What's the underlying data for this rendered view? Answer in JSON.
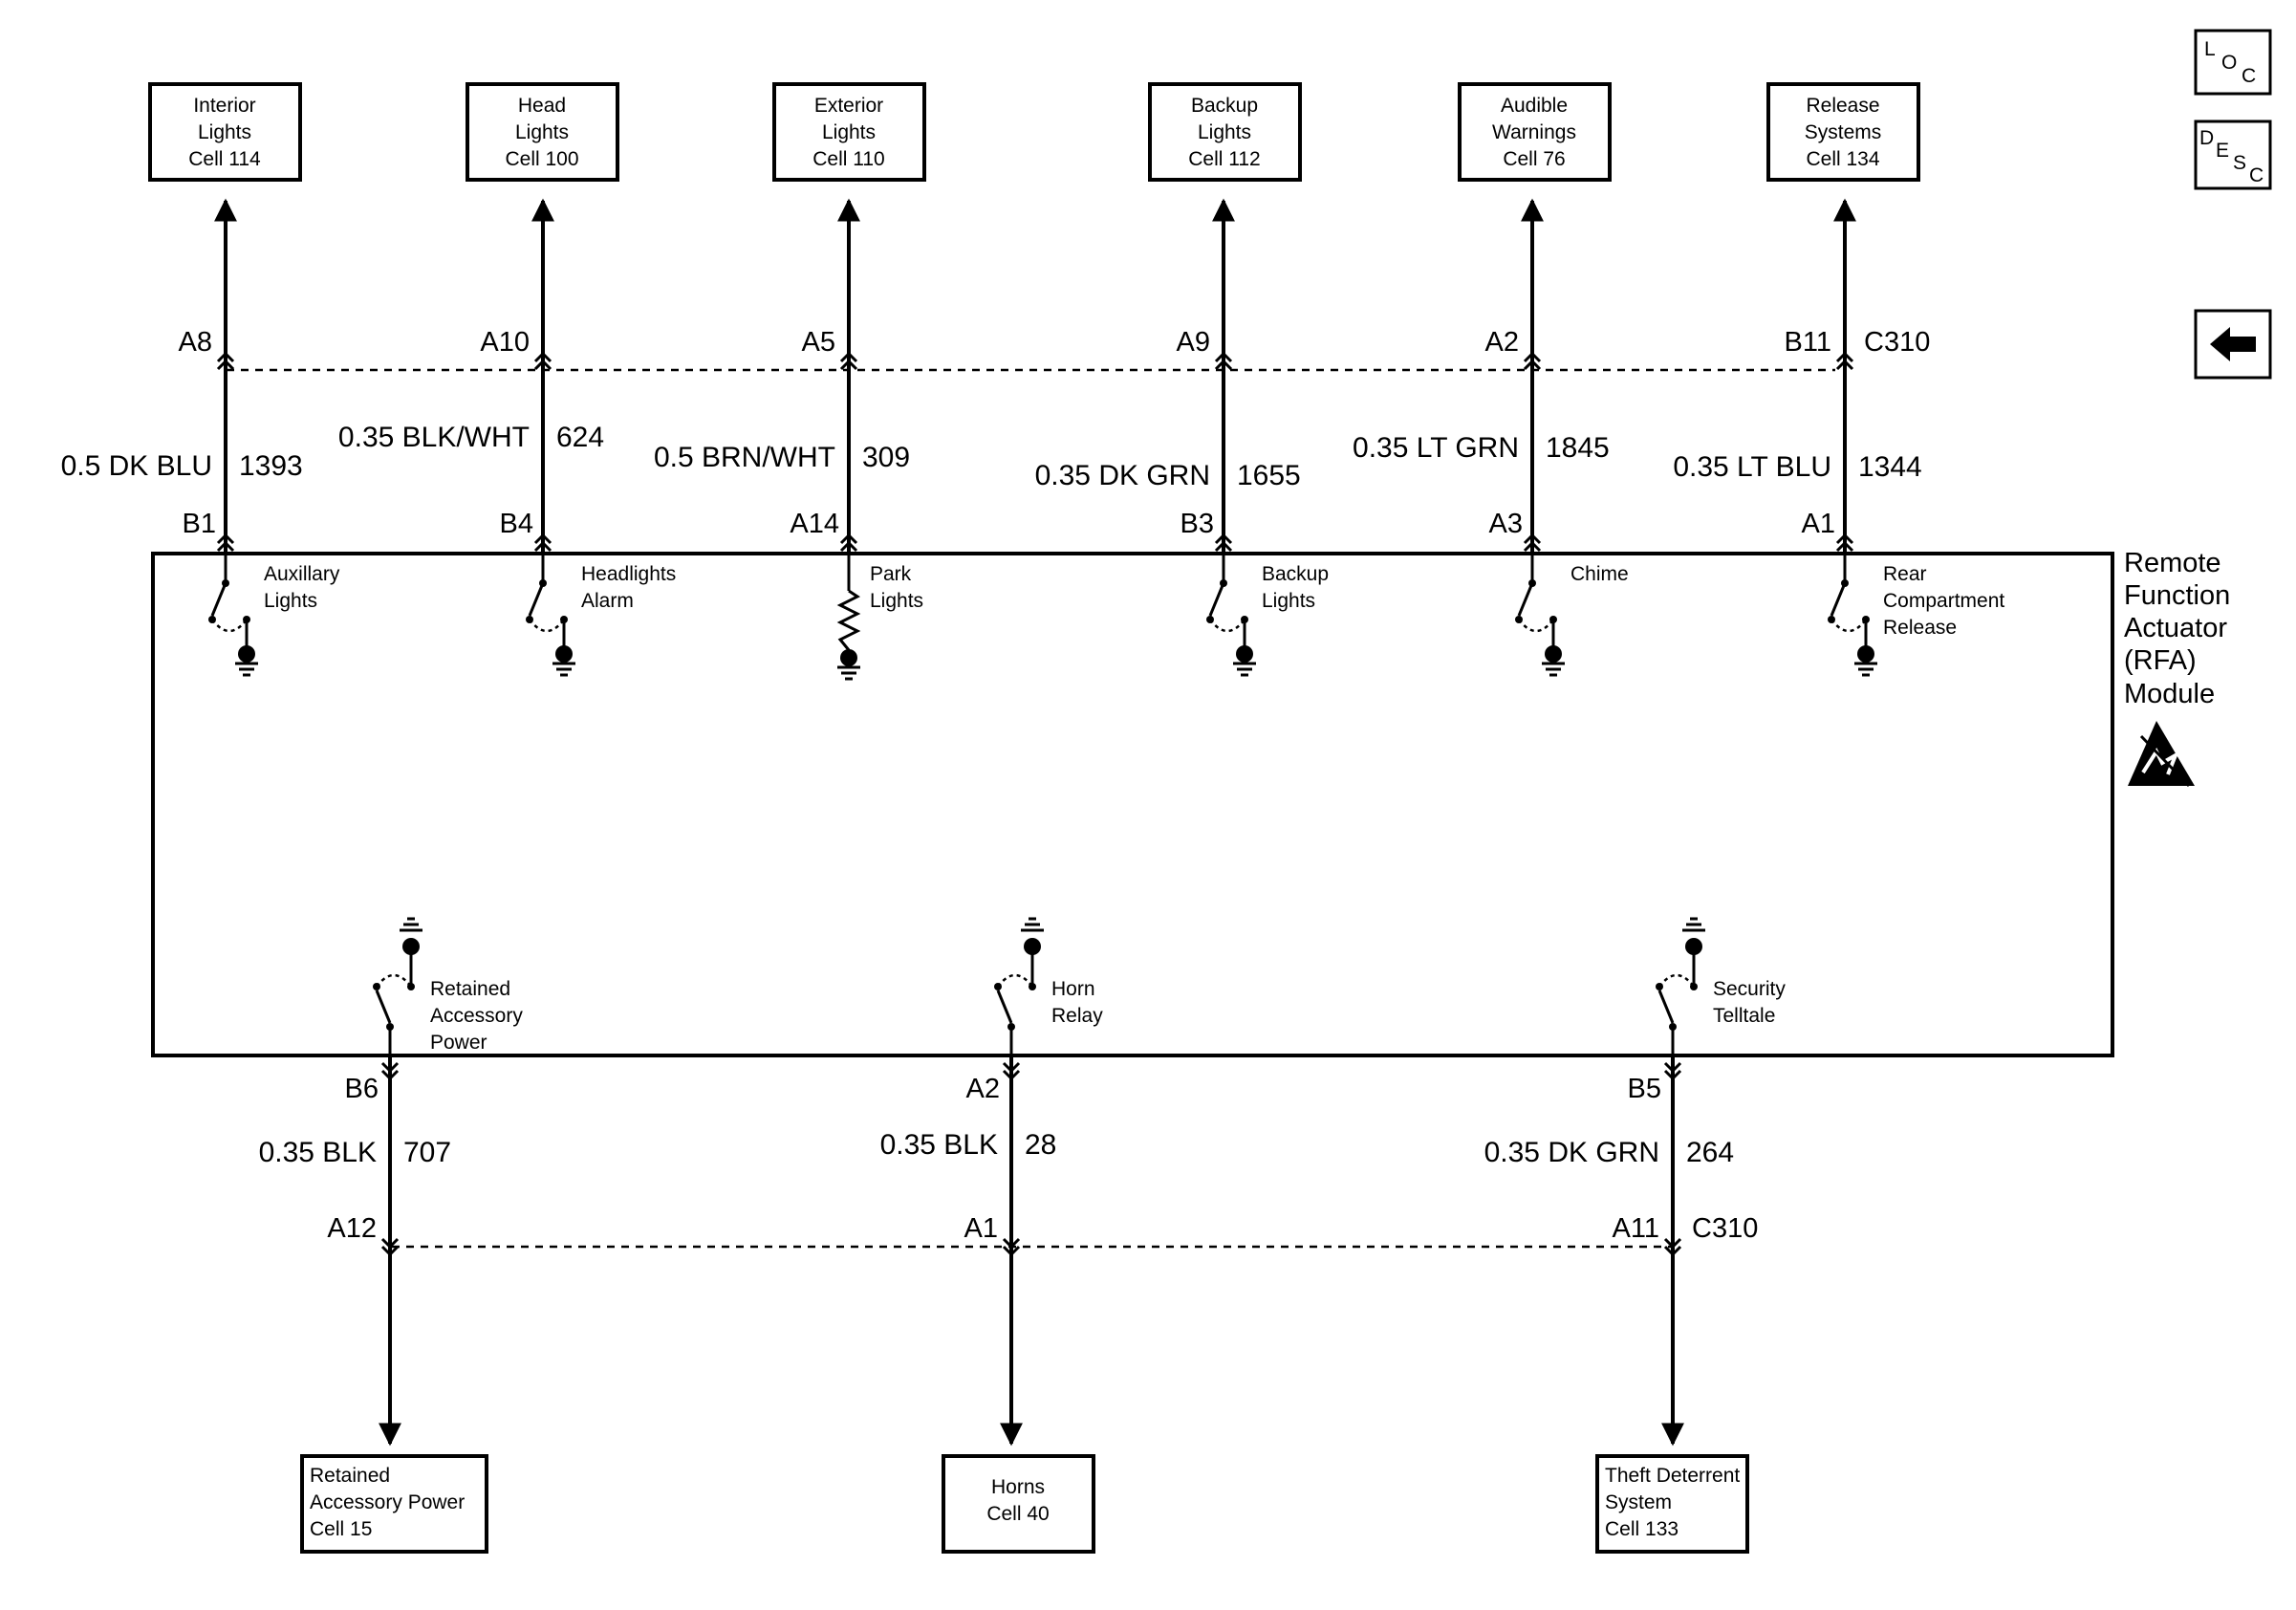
{
  "nav": {
    "loc": {
      "l": "L",
      "o": "O",
      "c": "C"
    },
    "desc": {
      "d": "D",
      "e": "E",
      "s": "S",
      "c": "C"
    }
  },
  "module": {
    "lines": [
      "Remote",
      "Function",
      "Actuator",
      "(RFA)",
      "Module"
    ]
  },
  "top_connector": "C310",
  "bottom_connector": "C310",
  "top_circuits": [
    {
      "dest": [
        "Interior",
        "Lights",
        "Cell 114"
      ],
      "conn_pin": "A8",
      "wire": "0.5 DK BLU",
      "circuit": "1393",
      "module_pin": "B1",
      "switch": [
        "Auxillary",
        "Lights"
      ]
    },
    {
      "dest": [
        "Head",
        "Lights",
        "Cell 100"
      ],
      "conn_pin": "A10",
      "wire": "0.35 BLK/WHT",
      "circuit": "624",
      "module_pin": "B4",
      "switch": [
        "Headlights",
        "Alarm"
      ]
    },
    {
      "dest": [
        "Exterior",
        "Lights",
        "Cell 110"
      ],
      "conn_pin": "A5",
      "wire": "0.5 BRN/WHT",
      "circuit": "309",
      "module_pin": "A14",
      "switch": [
        "Park",
        "Lights"
      ]
    },
    {
      "dest": [
        "Backup",
        "Lights",
        "Cell 112"
      ],
      "conn_pin": "A9",
      "wire": "0.35 DK GRN",
      "circuit": "1655",
      "module_pin": "B3",
      "switch": [
        "Backup",
        "Lights"
      ]
    },
    {
      "dest": [
        "Audible",
        "Warnings",
        "Cell 76"
      ],
      "conn_pin": "A2",
      "wire": "0.35 LT GRN",
      "circuit": "1845",
      "module_pin": "A3",
      "switch": [
        "Chime"
      ]
    },
    {
      "dest": [
        "Release",
        "Systems",
        "Cell 134"
      ],
      "conn_pin": "B11",
      "wire": "0.35 LT BLU",
      "circuit": "1344",
      "module_pin": "A1",
      "switch": [
        "Rear",
        "Compartment",
        "Release"
      ]
    }
  ],
  "bottom_circuits": [
    {
      "switch": [
        "Retained",
        "Accessory",
        "Power"
      ],
      "module_pin": "B6",
      "wire": "0.35 BLK",
      "circuit": "707",
      "conn_pin": "A12",
      "dest": [
        "Retained",
        "Accessory Power",
        "Cell 15"
      ]
    },
    {
      "switch": [
        "Horn",
        "Relay"
      ],
      "module_pin": "A2",
      "wire": "0.35 BLK",
      "circuit": "28",
      "conn_pin": "A1",
      "dest": [
        "Horns",
        "Cell 40"
      ]
    },
    {
      "switch": [
        "Security",
        "Telltale"
      ],
      "module_pin": "B5",
      "wire": "0.35 DK GRN",
      "circuit": "264",
      "conn_pin": "A11",
      "dest": [
        "Theft Deterrent",
        "System",
        "Cell 133"
      ]
    }
  ]
}
